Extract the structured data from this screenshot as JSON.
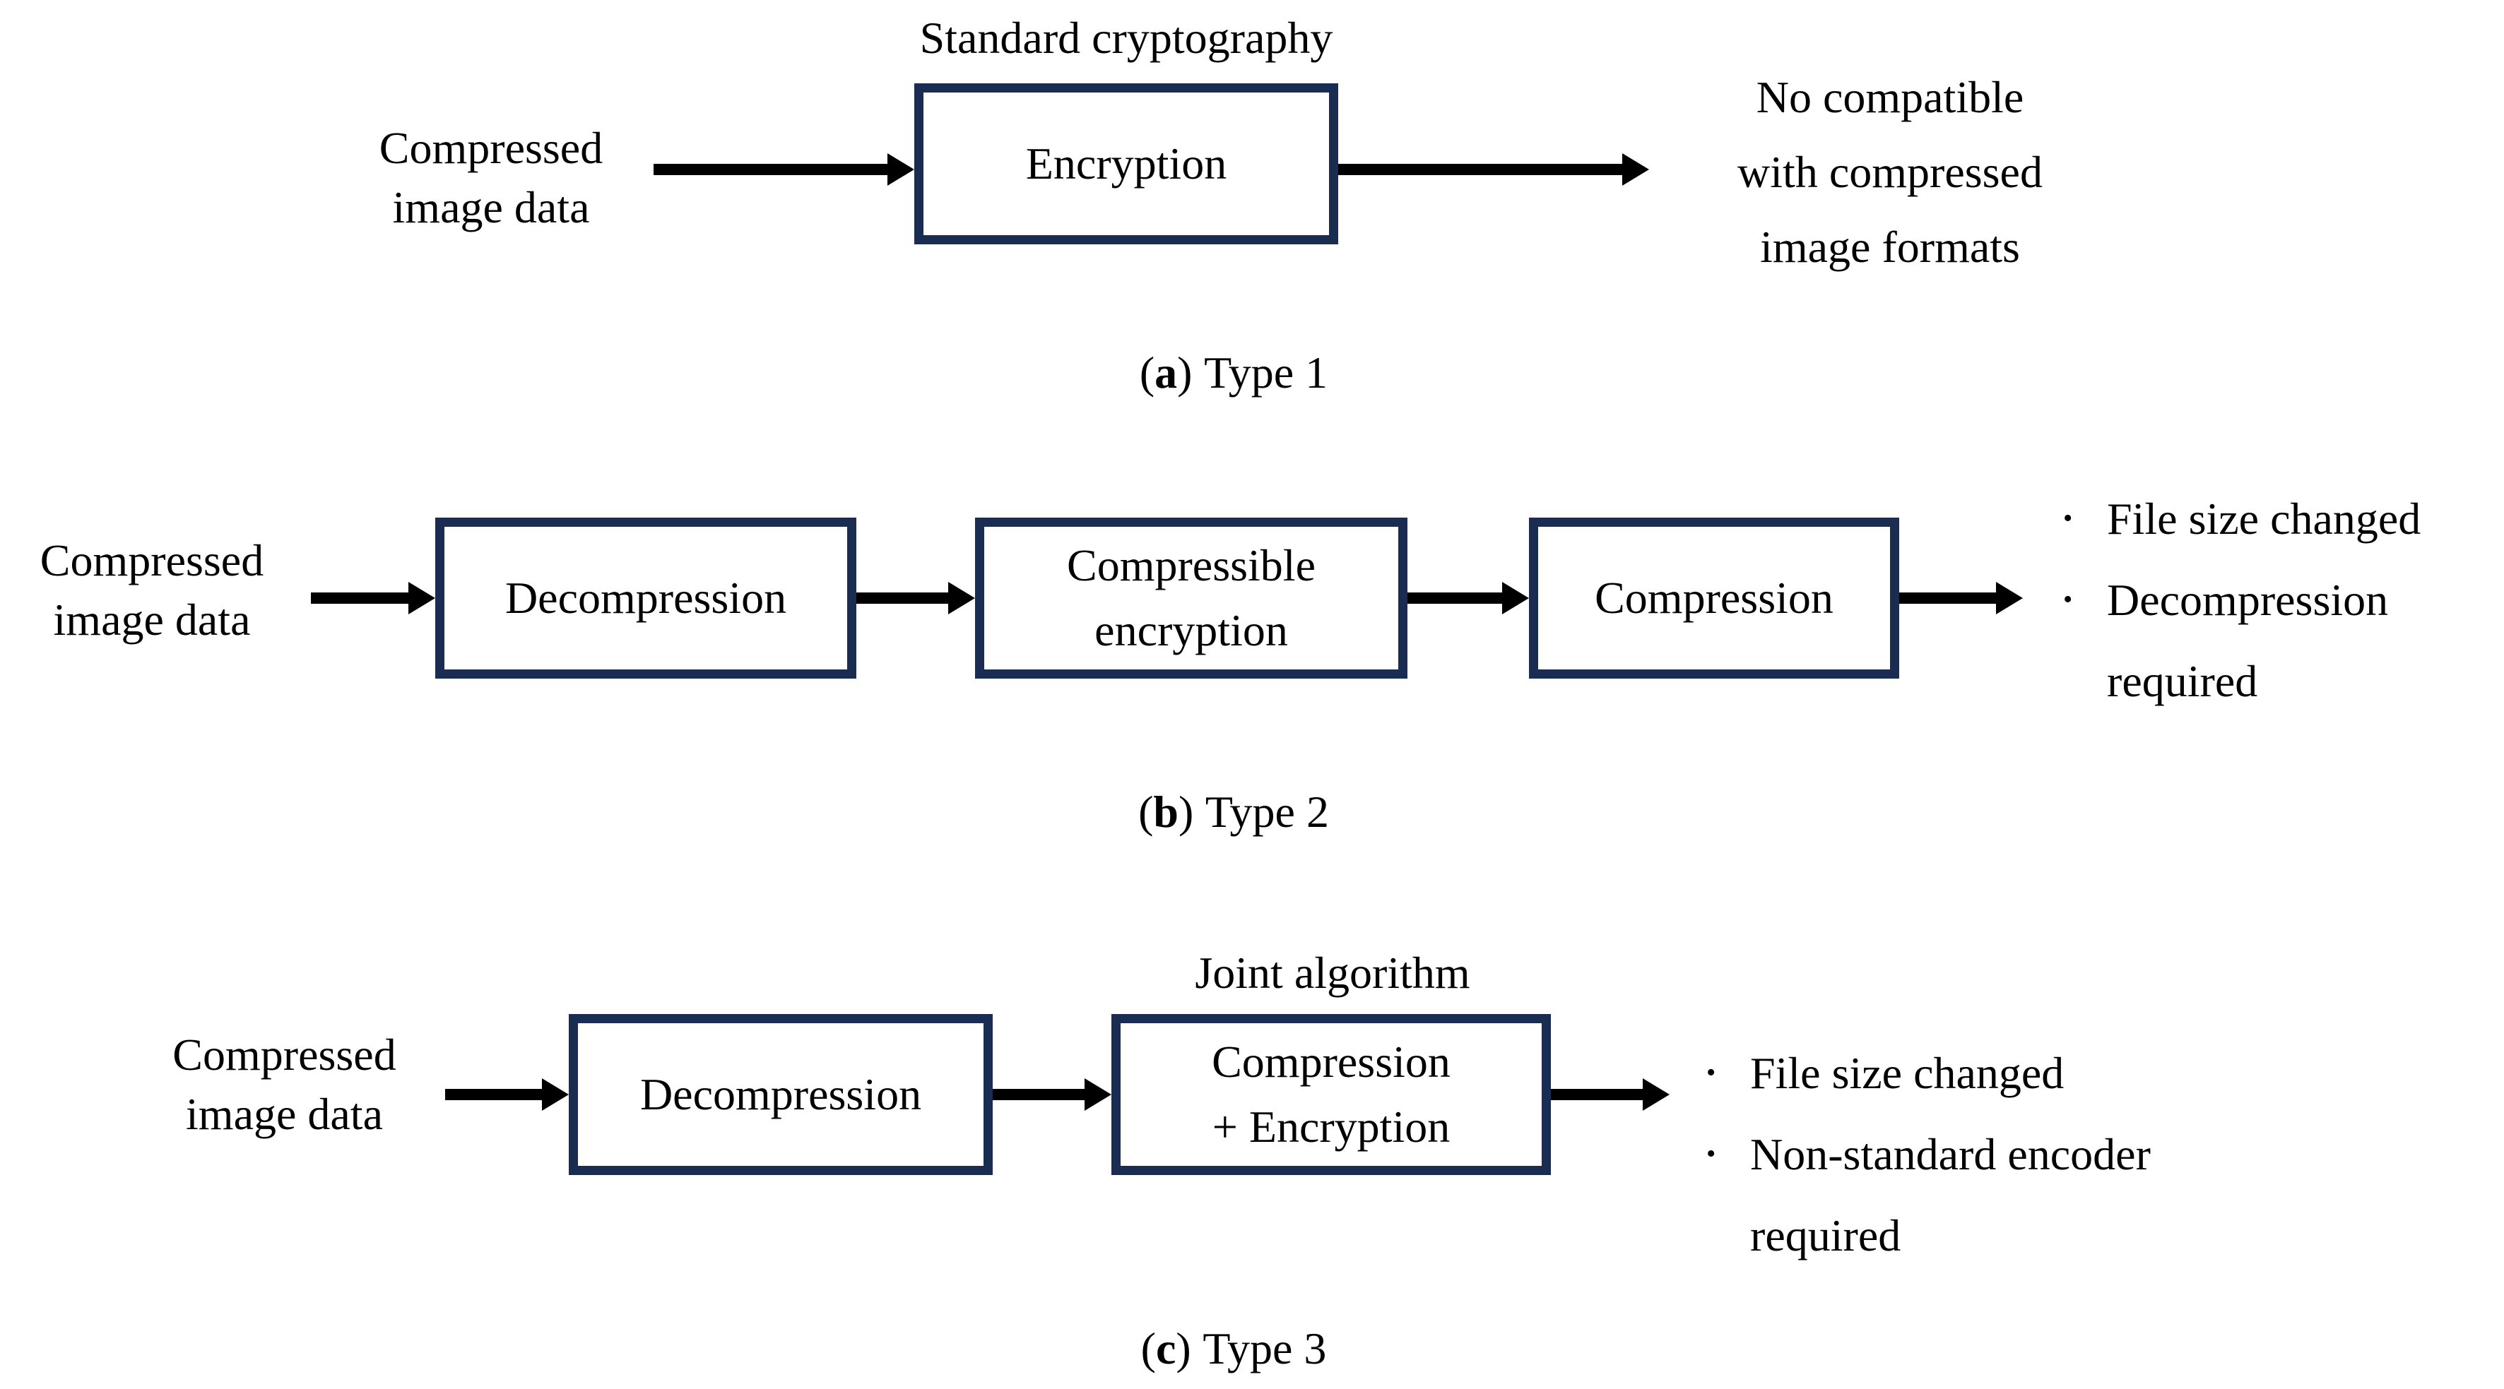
{
  "figure": {
    "bullet_glyph": "•",
    "colors": {
      "box_border": "#1a2c52",
      "arrow": "#000000",
      "text": "#000000",
      "background": "#ffffff"
    },
    "panels": [
      {
        "caption": {
          "open": "(",
          "letter": "a",
          "close": ")",
          "label": "Type 1"
        },
        "title": "Standard cryptography",
        "source": {
          "lines": [
            "Compressed",
            "image data"
          ]
        },
        "boxes": [
          {
            "lines": [
              "Encryption"
            ]
          }
        ],
        "result": {
          "lines": [
            "No compatible",
            "with compressed",
            "image formats"
          ]
        }
      },
      {
        "caption": {
          "open": "(",
          "letter": "b",
          "close": ")",
          "label": "Type 2"
        },
        "source": {
          "lines": [
            "Compressed",
            "image data"
          ]
        },
        "boxes": [
          {
            "lines": [
              "Decompression"
            ]
          },
          {
            "lines": [
              "Compressible",
              "encryption"
            ]
          },
          {
            "lines": [
              "Compression"
            ]
          }
        ],
        "result": {
          "bullets": [
            {
              "lines": [
                "File size changed"
              ]
            },
            {
              "lines": [
                "Decompression",
                "required"
              ]
            }
          ]
        }
      },
      {
        "caption": {
          "open": "(",
          "letter": "c",
          "close": ")",
          "label": "Type 3"
        },
        "title": "Joint algorithm",
        "source": {
          "lines": [
            "Compressed",
            "image data"
          ]
        },
        "boxes": [
          {
            "lines": [
              "Decompression"
            ]
          },
          {
            "lines": [
              "Compression",
              "+ Encryption"
            ]
          }
        ],
        "result": {
          "bullets": [
            {
              "lines": [
                "File size changed"
              ]
            },
            {
              "lines": [
                "Non-standard encoder",
                "required"
              ]
            }
          ]
        }
      }
    ]
  }
}
